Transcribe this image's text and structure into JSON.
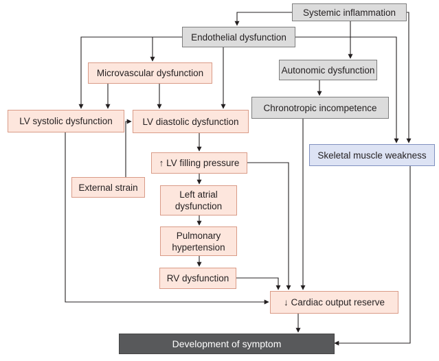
{
  "colors": {
    "gray_fill": "#dcdcdc",
    "pink_fill": "#fde6dd",
    "blue_fill": "#dde3f4",
    "dark_fill": "#58595b",
    "line": "#231f20"
  },
  "nodes": {
    "systemic_inflammation": "Systemic inflammation",
    "endothelial_dysfunction": "Endothelial dysfunction",
    "microvascular_dysfunction": "Microvascular dysfunction",
    "autonomic_dysfunction": "Autonomic dysfunction",
    "chronotropic_incompetence": "Chronotropic incompetence",
    "lv_systolic_dysfunction": "LV systolic dysfunction",
    "lv_diastolic_dysfunction": "LV diastolic dysfunction",
    "skeletal_muscle_weakness": "Skeletal muscle weakness",
    "lv_filling_pressure": "↑ LV filling pressure",
    "external_strain": "External strain",
    "left_atrial_dysfunction": "Left atrial dysfunction",
    "pulmonary_hypertension": "Pulmonary hypertension",
    "rv_dysfunction": "RV dysfunction",
    "cardiac_output_reserve": "↓ Cardiac output reserve",
    "development_of_symptom": "Development of symptom"
  }
}
